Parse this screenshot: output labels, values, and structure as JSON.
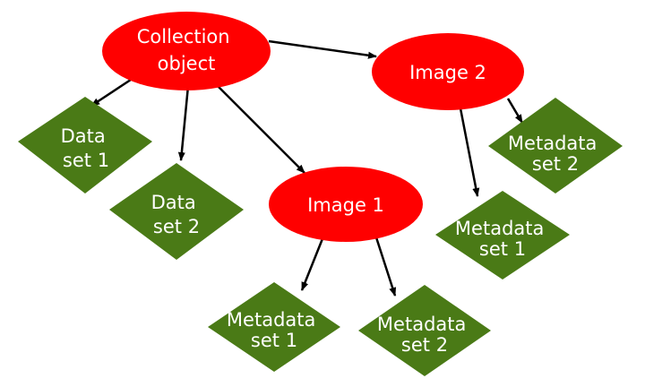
{
  "colors": {
    "ellipse_fill": "#ff0000",
    "diamond_fill": "#4a7a16",
    "edge": "#000000",
    "label": "#ffffff"
  },
  "nodes": {
    "collection": {
      "line1": "Collection",
      "line2": "object"
    },
    "image2": {
      "line1": "Image 2"
    },
    "image1": {
      "line1": "Image 1"
    },
    "data_set1": {
      "line1": "Data",
      "line2": "set 1"
    },
    "data_set2": {
      "line1": "Data",
      "line2": "set 2"
    },
    "img2_meta2": {
      "line1": "Metadata",
      "line2": "set 2"
    },
    "img2_meta1": {
      "line1": "Metadata",
      "line2": "set 1"
    },
    "img1_meta1": {
      "line1": "Metadata",
      "line2": "set 1"
    },
    "img1_meta2": {
      "line1": "Metadata",
      "line2": "set 2"
    }
  }
}
